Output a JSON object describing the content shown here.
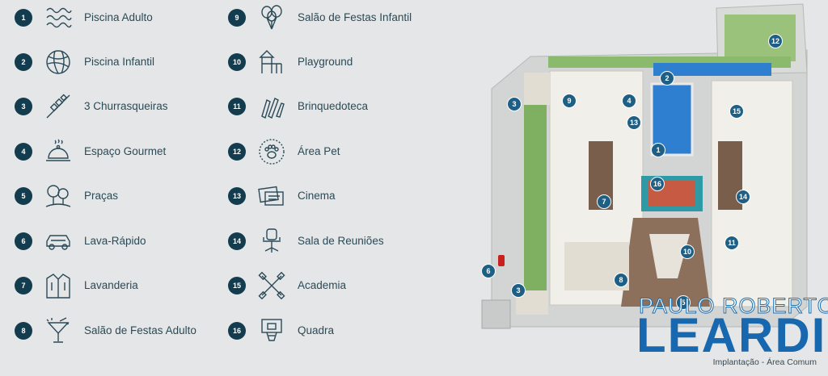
{
  "legend": {
    "left": [
      {
        "num": "1",
        "label": "Piscina Adulto",
        "icon": "waves-icon"
      },
      {
        "num": "2",
        "label": "Piscina Infantil",
        "icon": "beach-ball-icon"
      },
      {
        "num": "3",
        "label": "3 Churrasqueiras",
        "icon": "skewer-icon"
      },
      {
        "num": "4",
        "label": "Espaço Gourmet",
        "icon": "cloche-icon"
      },
      {
        "num": "5",
        "label": "Praças",
        "icon": "trees-icon"
      },
      {
        "num": "6",
        "label": "Lava-Rápido",
        "icon": "car-icon"
      },
      {
        "num": "7",
        "label": "Lavanderia",
        "icon": "shirt-icon"
      },
      {
        "num": "8",
        "label": "Salão de Festas Adulto",
        "icon": "cocktail-icon"
      }
    ],
    "right": [
      {
        "num": "9",
        "label": "Salão de Festas Infantil",
        "icon": "balloons-icon"
      },
      {
        "num": "10",
        "label": "Playground",
        "icon": "playground-icon"
      },
      {
        "num": "11",
        "label": "Brinquedoteca",
        "icon": "crayons-icon"
      },
      {
        "num": "12",
        "label": "Área Pet",
        "icon": "paw-icon"
      },
      {
        "num": "13",
        "label": "Cinema",
        "icon": "tickets-icon"
      },
      {
        "num": "14",
        "label": "Sala de Reuniões",
        "icon": "office-chair-icon"
      },
      {
        "num": "15",
        "label": "Academia",
        "icon": "dumbbells-icon"
      },
      {
        "num": "16",
        "label": "Quadra",
        "icon": "basketball-hoop-icon"
      }
    ]
  },
  "map": {
    "pins": [
      "12",
      "2",
      "3",
      "9",
      "4",
      "15",
      "13",
      "1",
      "16",
      "7",
      "14",
      "10",
      "11",
      "6",
      "8",
      "3",
      "5"
    ]
  },
  "watermark": {
    "line1": "PAULO ROBERTO",
    "line2": "LEARDI"
  },
  "caption": "Implantação - Área Comum",
  "colors": {
    "badge": "#133d4f",
    "pin": "#1e5f86",
    "brand": "#1868b0",
    "text": "#2b4a57"
  }
}
